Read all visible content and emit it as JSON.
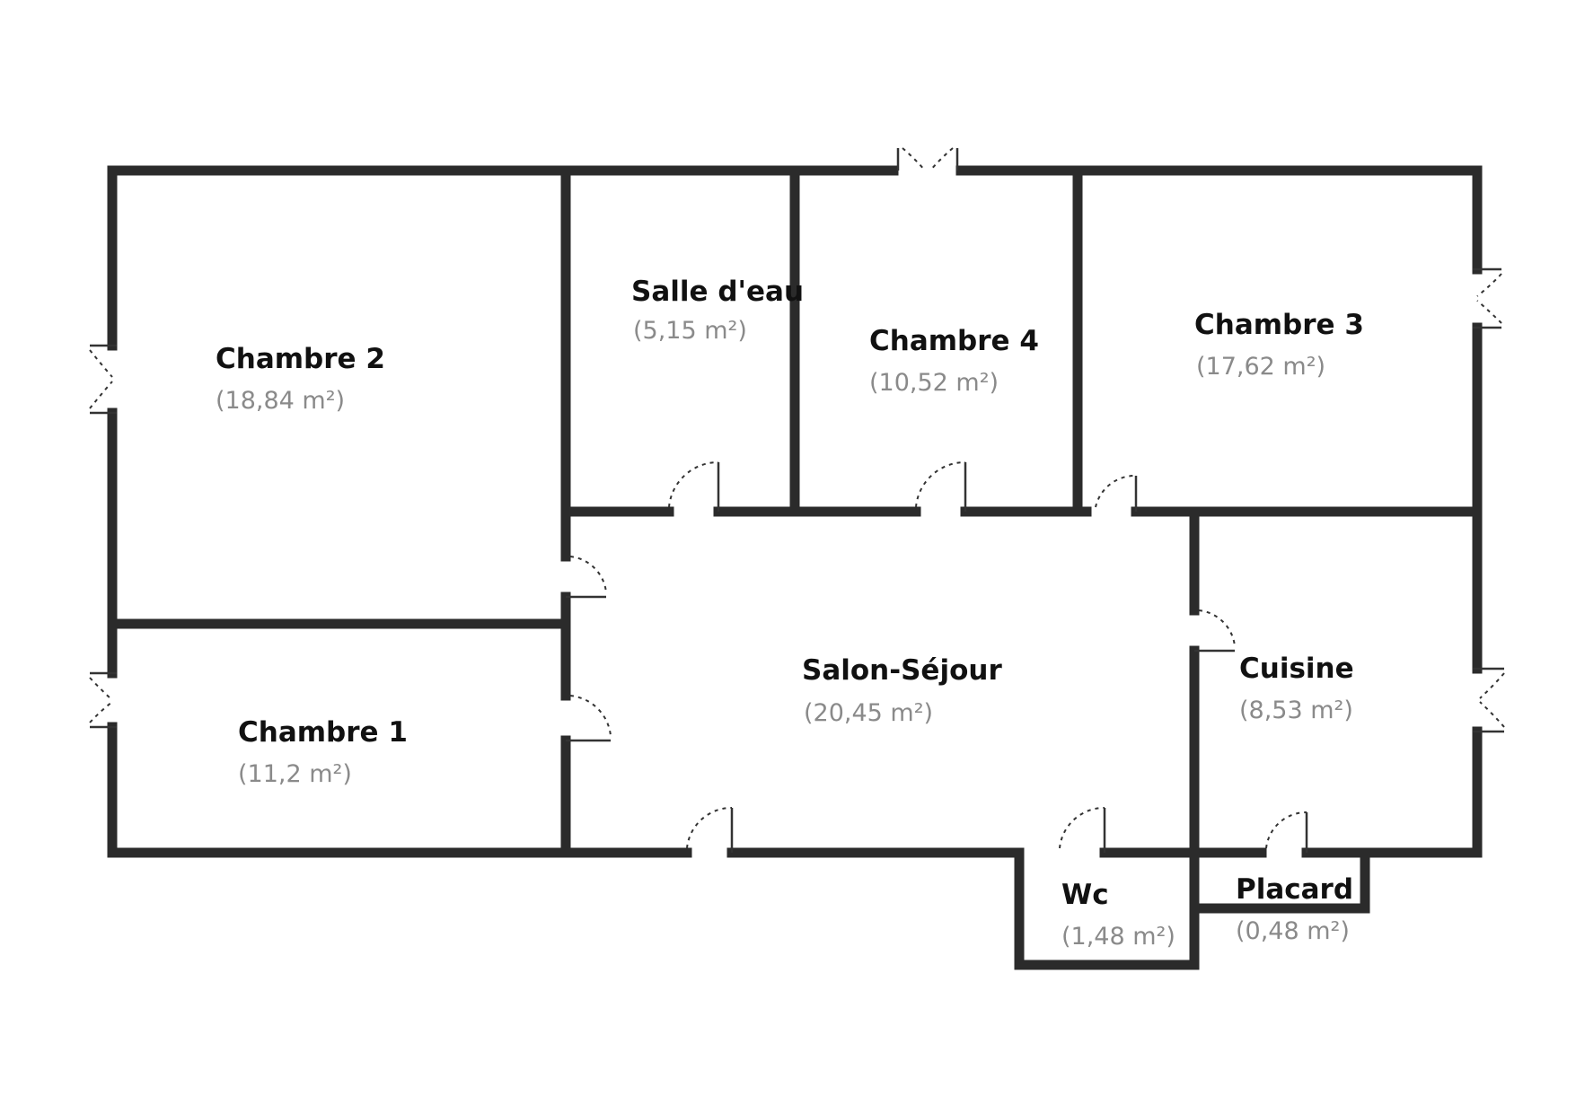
{
  "rooms": [
    {
      "id": "chambre-2",
      "name": "Chambre 2",
      "area": "(18,84 m²)"
    },
    {
      "id": "salle-deau",
      "name": "Salle d'eau",
      "area": "(5,15 m²)"
    },
    {
      "id": "chambre-4",
      "name": "Chambre 4",
      "area": "(10,52 m²)"
    },
    {
      "id": "chambre-3",
      "name": "Chambre 3",
      "area": "(17,62 m²)"
    },
    {
      "id": "salon-sejour",
      "name": "Salon-Séjour",
      "area": "(20,45 m²)"
    },
    {
      "id": "cuisine",
      "name": "Cuisine",
      "area": "(8,53 m²)"
    },
    {
      "id": "chambre-1",
      "name": "Chambre 1",
      "area": "(11,2 m²)"
    },
    {
      "id": "wc",
      "name": "Wc",
      "area": "(1,48 m²)"
    },
    {
      "id": "placard",
      "name": "Placard",
      "area": "(0,48 m²)"
    }
  ]
}
